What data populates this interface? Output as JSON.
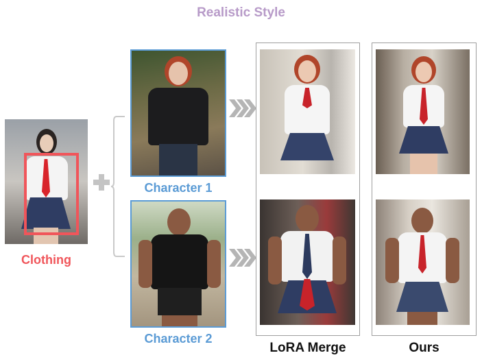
{
  "title": "Realistic Style",
  "labels": {
    "clothing": "Clothing",
    "character1": "Character 1",
    "character2": "Character 2",
    "lora_merge": "LoRA Merge",
    "ours": "Ours"
  },
  "icons": {
    "plus": "plus-icon",
    "arrow": "chevron-right-triple-icon",
    "brace": "left-brace-icon"
  },
  "colors": {
    "title": "#b79ac8",
    "character_frame": "#5b9bd5",
    "clothing_highlight": "#f0555a",
    "column_frame": "#9e9e9e",
    "arrow": "#b5b5b5"
  }
}
